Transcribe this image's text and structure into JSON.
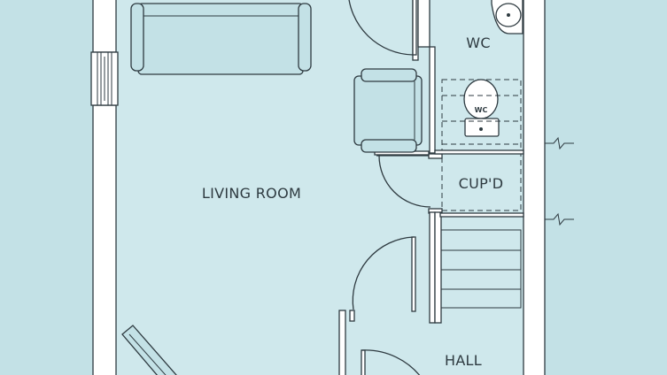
{
  "rooms": {
    "living_room": "LIVING ROOM",
    "wc": "WC",
    "cupboard": "CUP'D",
    "hall": "HALL"
  },
  "fixtures": {
    "toilet_label": "WC"
  },
  "colors": {
    "background": "#c3e1e6",
    "floor": "#cfe8ec",
    "wall": "#ffffff",
    "line": "#2e3a40"
  }
}
